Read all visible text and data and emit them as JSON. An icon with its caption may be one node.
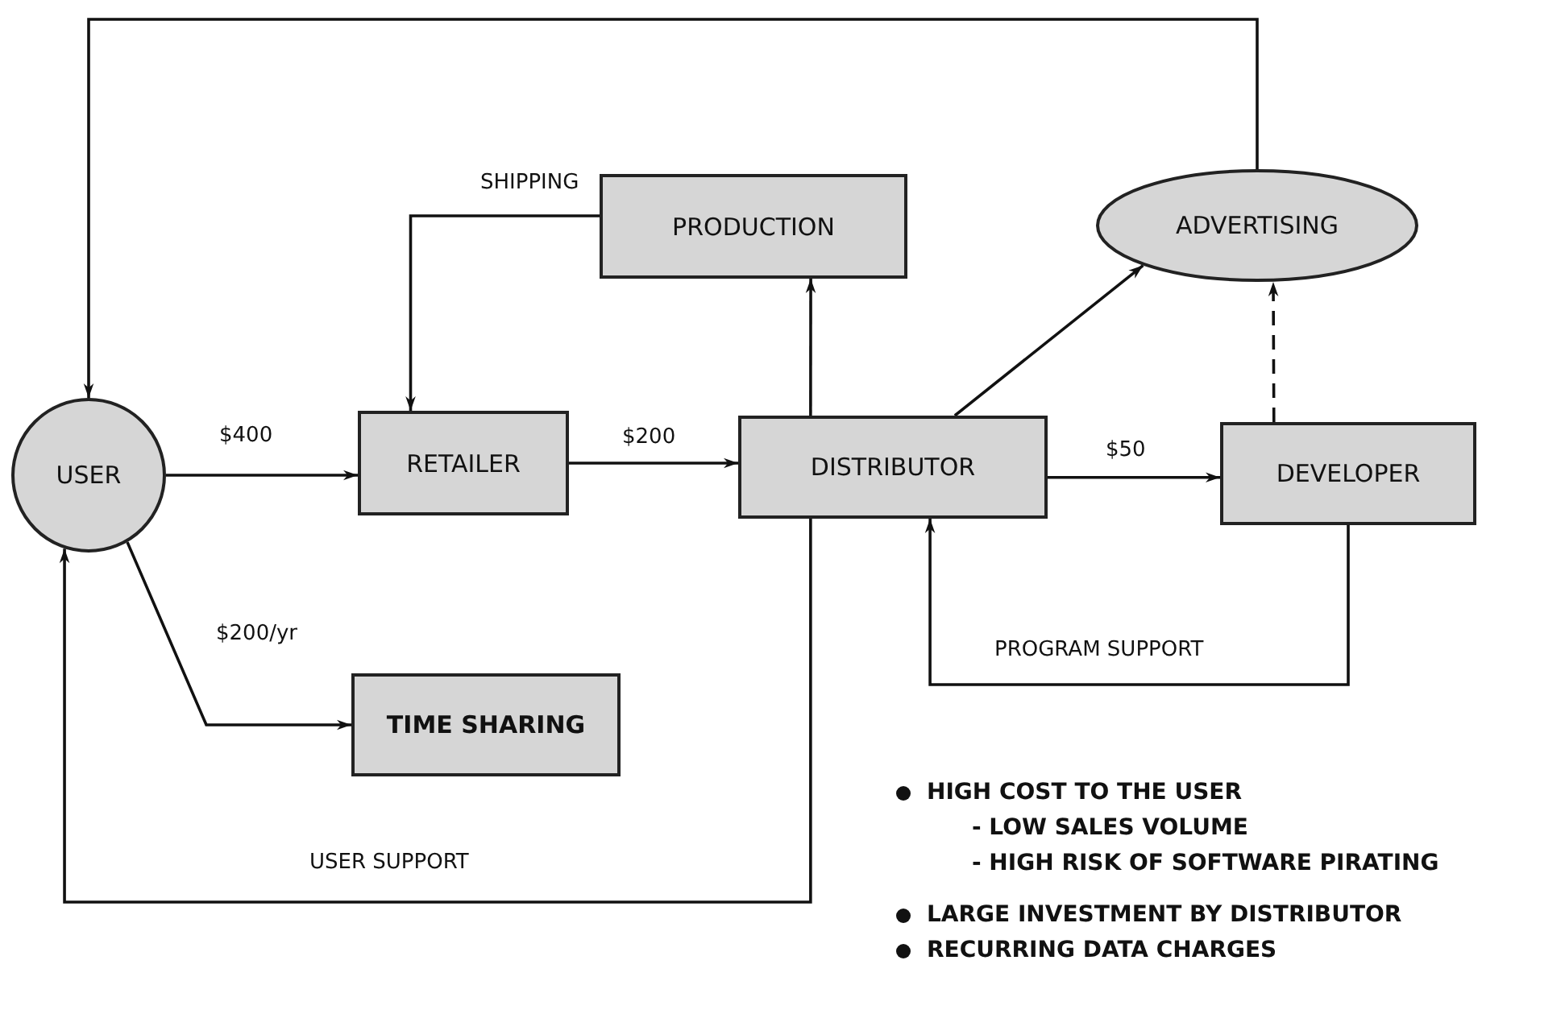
{
  "diagram": {
    "nodes": [
      {
        "text": [
          "USER"
        ]
      },
      {
        "text": [
          "PRODUCTION"
        ]
      },
      {
        "text": [
          "ADVERTISING"
        ]
      },
      {
        "text": [
          "RETAILER"
        ]
      },
      {
        "text": [
          "DISTRIBUTOR"
        ]
      },
      {
        "text": [
          "DEVELOPER"
        ]
      },
      {
        "text": [
          "TIME SHARING"
        ]
      }
    ],
    "edges": [
      {
        "from": 2,
        "to": 0,
        "arrow": "to"
      },
      {
        "from": 1,
        "to": 3,
        "arrow": "to",
        "label": "SHIPPING"
      },
      {
        "from": 0,
        "to": 3,
        "arrow": "to",
        "label": "$400"
      },
      {
        "from": 3,
        "to": 4,
        "arrow": "to",
        "label": "$200"
      },
      {
        "from": 4,
        "to": 1,
        "arrow": "to"
      },
      {
        "from": 4,
        "to": 2,
        "arrow": "to"
      },
      {
        "from": 5,
        "to": 2,
        "arrow": "to",
        "style": "dashed"
      },
      {
        "from": 4,
        "to": 5,
        "arrow": "to",
        "label": "$50"
      },
      {
        "from": 5,
        "to": 4,
        "arrow": "to",
        "label": "PROGRAM SUPPORT"
      },
      {
        "from": 0,
        "to": 6,
        "arrow": "to",
        "label": "$200/yr"
      },
      {
        "from": 4,
        "to": 0,
        "arrow": "to",
        "label": "USER SUPPORT"
      }
    ],
    "labels": [
      "HIGH COST TO THE USER",
      "- LOW SALES VOLUME",
      "- HIGH RISK OF SOFTWARE PIRATING",
      "LARGE INVESTMENT BY DISTRIBUTOR",
      "RECURRING DATA CHARGES"
    ]
  }
}
